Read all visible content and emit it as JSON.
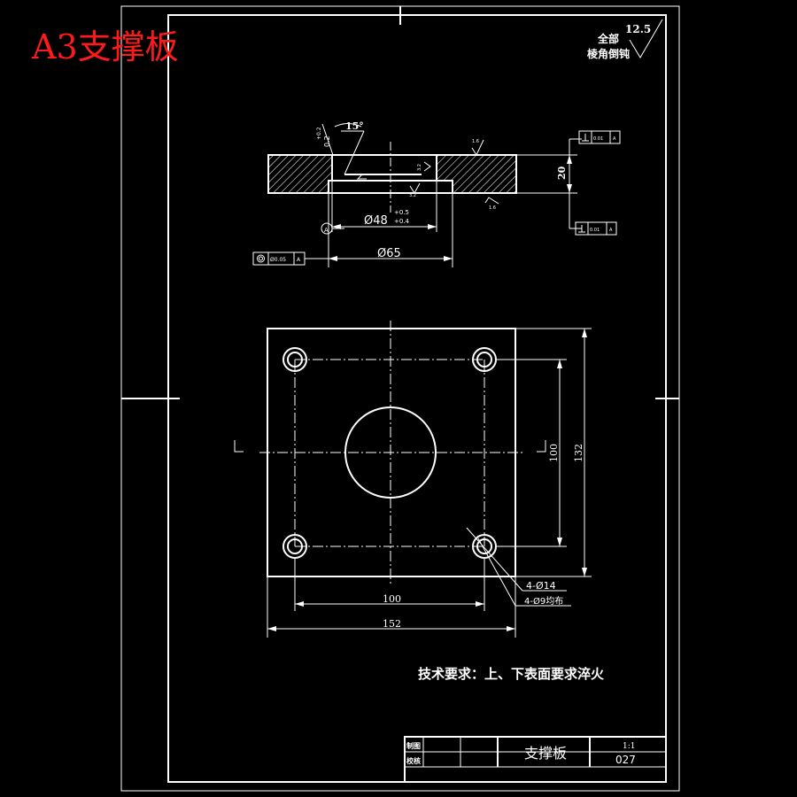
{
  "sheet": {
    "corner_title": "A3支撑板",
    "technical_note": "技术要求：上、下表面要求淬火"
  },
  "roughness": {
    "general_value": "12.5",
    "general_note_line1": "全部",
    "general_note_line2": "棱角倒钝",
    "surface_value_top": "1.6",
    "surface_value_bottom": "1.6",
    "surface_value_bore": "3.2",
    "surface_value_step": "3.2"
  },
  "section_view": {
    "angle_label": "15°",
    "chamfer_label": "0.2",
    "chamfer_tol": "+0.2",
    "dia48_label": "Ø48",
    "dia48_tol_upper": "+0.5",
    "dia48_tol_lower": "+0.4",
    "dia65_label": "Ø65",
    "thickness_label": "20",
    "datum_letter": "A",
    "coaxiality_value": "Ø0.05",
    "coaxiality_datum": "A",
    "perp_top_value": "0.01",
    "perp_top_datum": "A",
    "perp_bottom_value": "0.01",
    "perp_bottom_datum": "A"
  },
  "plan_view": {
    "dim_100_horizontal": "100",
    "dim_152_horizontal": "152",
    "dim_100_vertical": "100",
    "dim_132_vertical": "132",
    "hole_callout_1": "4-Ø14",
    "hole_callout_2": "4-Ø9均布"
  },
  "title_block": {
    "part_name": "支撑板",
    "scale": "1:1",
    "drawing_number": "027",
    "label_drawn": "制图",
    "label_checked": "校核"
  },
  "colors": {
    "background": "#000000",
    "lines": "#ffffff",
    "title_red": "#ff1a1a"
  }
}
